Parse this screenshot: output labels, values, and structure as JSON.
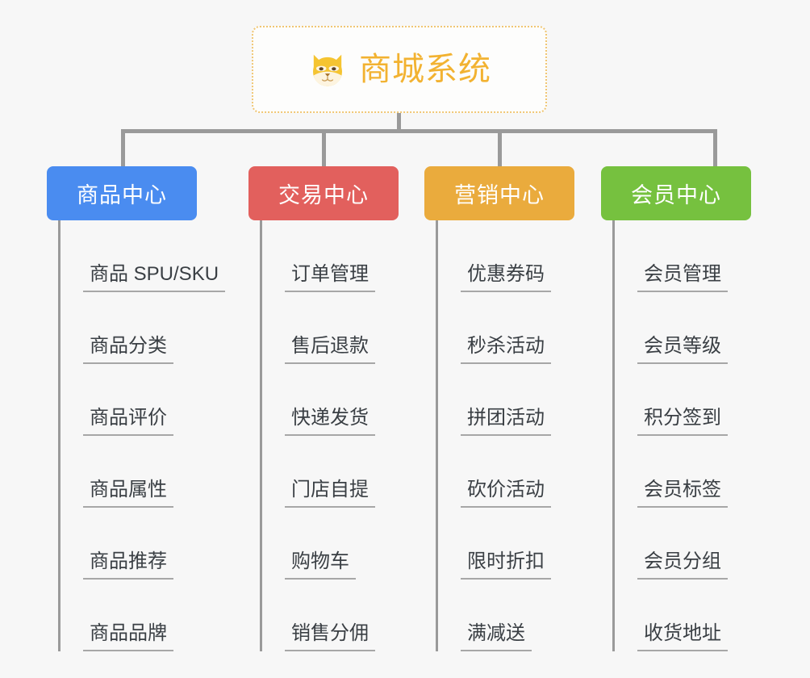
{
  "diagram": {
    "type": "mindmap",
    "root": {
      "icon": "shiba-dog-face-icon",
      "title": "商城系统"
    },
    "colors": {
      "background": "#f7f7f7",
      "root_border": "#f0c673",
      "root_text": "#f2b231",
      "connector": "#9a9a9a",
      "leaf_text": "#3a3f44",
      "leaf_underline": "#a7a7a7",
      "category_1": "#4a8cf0",
      "category_2": "#e2605d",
      "category_3": "#eaab3d",
      "category_4": "#76c13f"
    },
    "categories": [
      {
        "label": "商品中心",
        "color": "#4a8cf0",
        "items": [
          {
            "label": "商品 SPU/SKU"
          },
          {
            "label": "商品分类"
          },
          {
            "label": "商品评价"
          },
          {
            "label": "商品属性"
          },
          {
            "label": "商品推荐"
          },
          {
            "label": "商品品牌"
          }
        ]
      },
      {
        "label": "交易中心",
        "color": "#e2605d",
        "items": [
          {
            "label": "订单管理"
          },
          {
            "label": "售后退款"
          },
          {
            "label": "快递发货"
          },
          {
            "label": "门店自提"
          },
          {
            "label": "购物车"
          },
          {
            "label": "销售分佣"
          }
        ]
      },
      {
        "label": "营销中心",
        "color": "#eaab3d",
        "items": [
          {
            "label": "优惠券码"
          },
          {
            "label": "秒杀活动"
          },
          {
            "label": "拼团活动"
          },
          {
            "label": "砍价活动"
          },
          {
            "label": "限时折扣"
          },
          {
            "label": "满减送"
          }
        ]
      },
      {
        "label": "会员中心",
        "color": "#76c13f",
        "items": [
          {
            "label": "会员管理"
          },
          {
            "label": "会员等级"
          },
          {
            "label": "积分签到"
          },
          {
            "label": "会员标签"
          },
          {
            "label": "会员分组"
          },
          {
            "label": "收货地址"
          }
        ]
      }
    ]
  }
}
